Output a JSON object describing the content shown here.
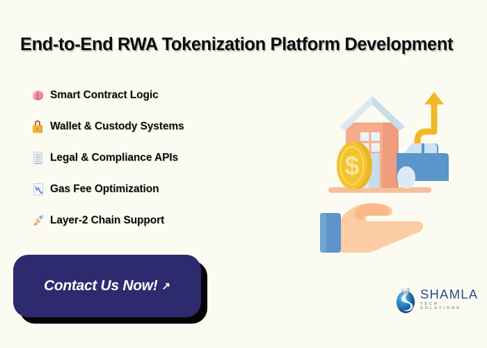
{
  "slide": {
    "background_color": "#FBFBF2",
    "title": "End-to-End RWA Tokenization Platform Development"
  },
  "features": [
    {
      "icon": "brain-icon",
      "emoji": "🧠",
      "label": "Smart Contract Logic"
    },
    {
      "icon": "lock-with-key-icon",
      "emoji": "🔐",
      "label": "Wallet & Custody Systems"
    },
    {
      "icon": "document-icon",
      "emoji": "📄",
      "label": "Legal & Compliance APIs"
    },
    {
      "icon": "chart-decreasing-icon",
      "emoji": "📉",
      "label": "Gas Fee Optimization"
    },
    {
      "icon": "rocket-icon",
      "emoji": "🚀",
      "label": "Layer-2 Chain Support"
    }
  ],
  "cta": {
    "label": "Contact Us Now!",
    "arrow": "↗",
    "background_color": "#2D2A6E",
    "text_color": "#FFFFFF"
  },
  "illustration": {
    "name": "hand-holding-real-world-assets",
    "elements": [
      "house",
      "dollar-coin",
      "car",
      "growth-arrow",
      "open-hand"
    ],
    "colors": {
      "house_body": "#F6AC8B",
      "house_roof": "#DCE9F3",
      "coin": "#F5C32C",
      "coin_symbol": "#F7E6A0",
      "car": "#5B95C9",
      "car_window": "#CFE3F2",
      "arrow": "#F2B829",
      "hand": "#FCCCA4",
      "sleeve": "#5B95C9",
      "ground": "#F9BE9B"
    }
  },
  "logo": {
    "name": "SHAMLA",
    "tagline": "TECH SOLUTIONS",
    "name_color": "#2E4C8C",
    "tagline_color": "#8A8F99",
    "mark_color": "#1B6FB5"
  }
}
